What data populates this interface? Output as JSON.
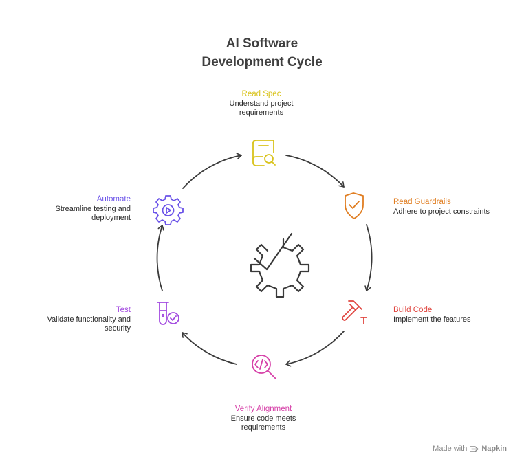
{
  "title": {
    "line1": "AI Software",
    "line2": "Development Cycle"
  },
  "steps": [
    {
      "title": "Read Spec",
      "desc_line1": "Understand project",
      "desc_line2": "requirements",
      "color": "#d9c31c",
      "icon": "book-search-icon"
    },
    {
      "title": "Read Guardrails",
      "desc_line1": "Adhere to project constraints",
      "desc_line2": "",
      "color": "#e07e22",
      "icon": "shield-check-icon"
    },
    {
      "title": "Build Code",
      "desc_line1": "Implement the features",
      "desc_line2": "",
      "color": "#e0453f",
      "icon": "hammer-nail-icon"
    },
    {
      "title": "Verify Alignment",
      "desc_line1": "Ensure code meets",
      "desc_line2": "requirements",
      "color": "#d640a8",
      "icon": "code-search-icon"
    },
    {
      "title": "Test",
      "desc_line1": "Validate functionality and",
      "desc_line2": "security",
      "color": "#a34be0",
      "icon": "test-tube-check-icon"
    },
    {
      "title": "Automate",
      "desc_line1": "Streamline testing and",
      "desc_line2": "deployment",
      "color": "#6a52e8",
      "icon": "gear-play-icon"
    }
  ],
  "center_icon": "gear-check-icon",
  "watermark": {
    "prefix": "Made with",
    "brand": "Napkin"
  }
}
